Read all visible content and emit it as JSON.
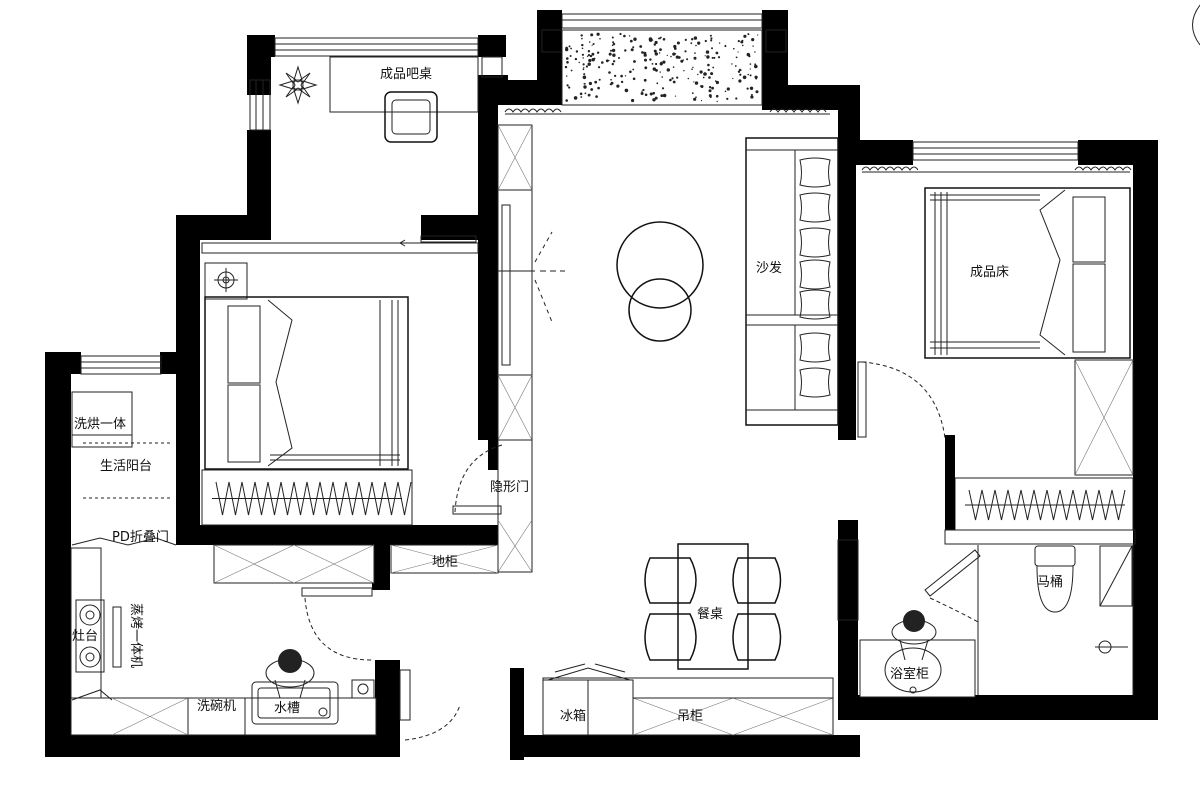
{
  "plan": {
    "rooms": {
      "bar_table": "成品吧桌",
      "sofa": "沙发",
      "bed_finished": "成品床",
      "washer_dryer": "洗烘一体",
      "living_balcony": "生活阳台",
      "hidden_door": "隐形门",
      "pd_folding_door": "PD折叠门",
      "floor_cabinet": "地柜",
      "dining_table": "餐桌",
      "toilet": "马桶",
      "bath_cabinet": "浴室柜",
      "steam_oven": "蒸烤一体机",
      "stove": "灶台",
      "dishwasher": "洗碗机",
      "sink": "水槽",
      "fridge": "冰箱",
      "wall_cabinet": "吊柜"
    }
  }
}
